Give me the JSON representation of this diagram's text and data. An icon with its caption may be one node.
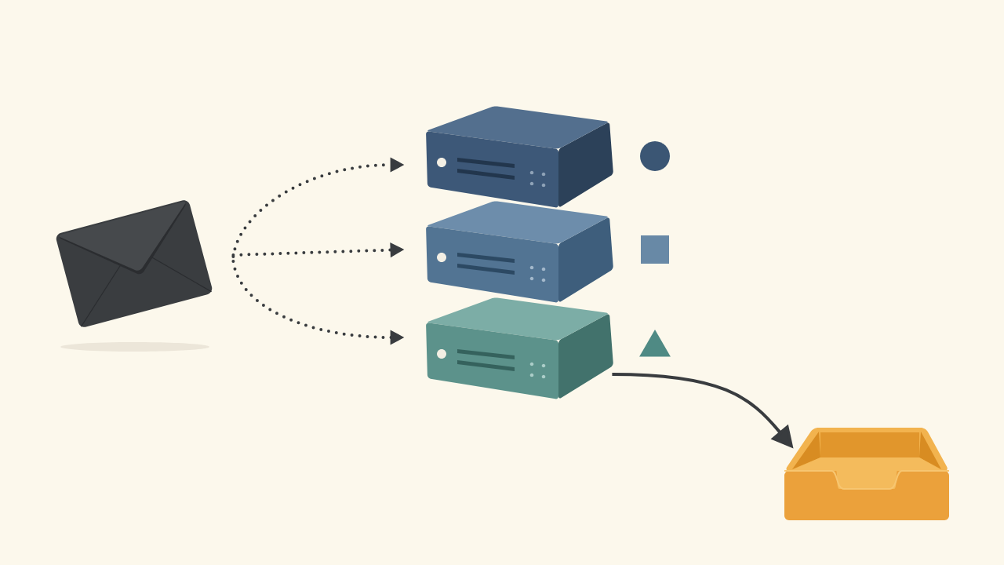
{
  "diagram": {
    "nodes": [
      {
        "text": [],
        "shape": "picture"
      },
      {
        "text": [],
        "shape": "picture"
      },
      {
        "text": [],
        "shape": "circle"
      },
      {
        "text": [],
        "shape": "picture"
      },
      {
        "text": [],
        "shape": "box"
      },
      {
        "text": [],
        "shape": "picture"
      },
      {
        "text": [],
        "shape": "triangle"
      },
      {
        "text": [],
        "shape": "picture"
      }
    ],
    "edges": [
      {
        "from": 0,
        "to": 1,
        "arrow": "to",
        "style": "dashed"
      },
      {
        "from": 0,
        "to": 3,
        "arrow": "to",
        "style": "dashed"
      },
      {
        "from": 0,
        "to": 5,
        "arrow": "to",
        "style": "dashed"
      },
      {
        "from": 5,
        "to": 7,
        "arrow": "to"
      }
    ]
  }
}
